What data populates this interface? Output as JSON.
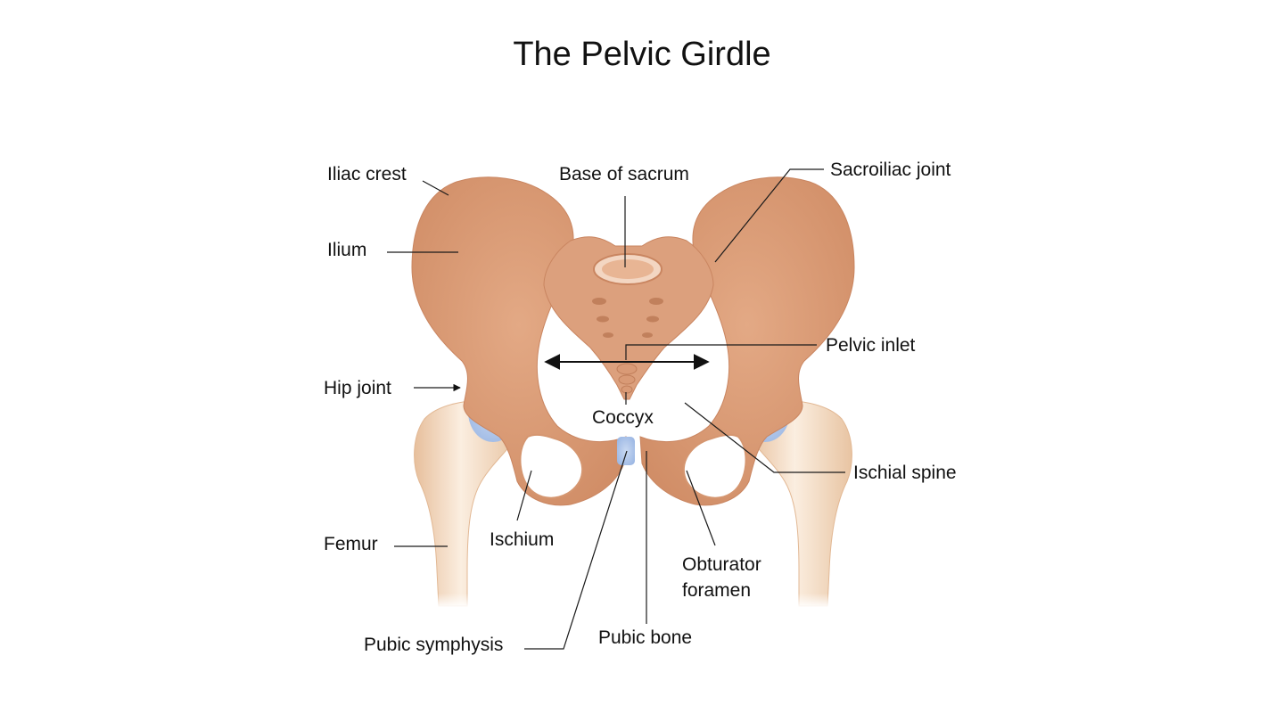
{
  "title": "The Pelvic Girdle",
  "colors": {
    "bone": "#dd9e78",
    "bone_dark": "#c98560",
    "bone_light": "#efc4a6",
    "femur": "#f0d2b4",
    "femur_light": "#fbeee0",
    "cartilage": "#a9c3ea",
    "leader": "#1a1a1a"
  },
  "labels": {
    "iliac_crest": "Iliac crest",
    "base_of_sacrum": "Base of sacrum",
    "sacroiliac_joint": "Sacroiliac joint",
    "ilium": "Ilium",
    "pelvic_inlet": "Pelvic inlet",
    "hip_joint": "Hip joint",
    "coccyx": "Coccyx",
    "ischial_spine": "Ischial spine",
    "femur": "Femur",
    "ischium": "Ischium",
    "obturator_foramen": "Obturator foramen",
    "pubic_symphysis": "Pubic symphysis",
    "pubic_bone": "Pubic bone"
  }
}
